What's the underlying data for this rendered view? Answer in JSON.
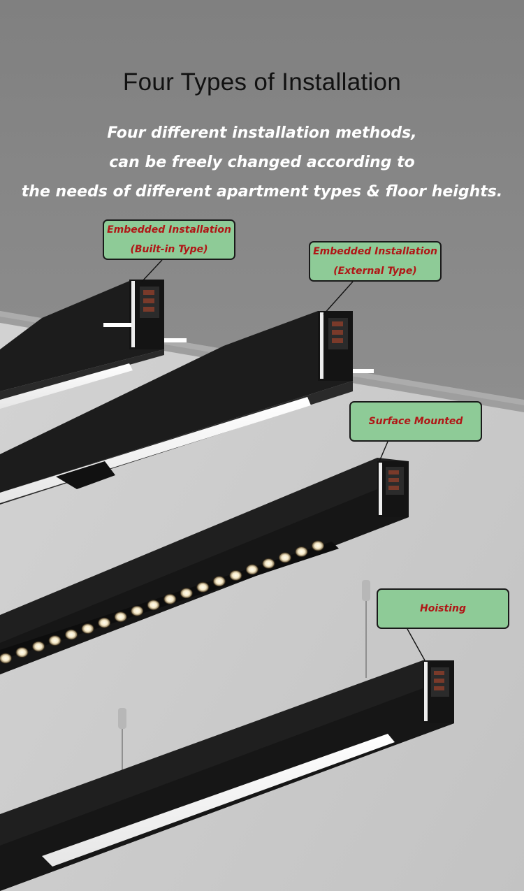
{
  "heading": "Four Types of Installation",
  "subtitle_lines": [
    "Four different installation methods,",
    "can be freely changed according to",
    "the needs of different apartment types & floor heights."
  ],
  "labels": {
    "embedded_builtin": {
      "line1": "Embedded Installation",
      "line2": "(Built-in Type)"
    },
    "embedded_external": {
      "line1": "Embedded Installation",
      "line2": "(External Type)"
    },
    "surface_mounted": {
      "line1": "Surface Mounted"
    },
    "hoisting": {
      "line1": "Hoisting"
    }
  },
  "colors": {
    "label_fill": "#8ecb97",
    "label_text": "#b01616",
    "upper_background": "#8a8a8a",
    "lower_background": "#cdcdcd"
  }
}
